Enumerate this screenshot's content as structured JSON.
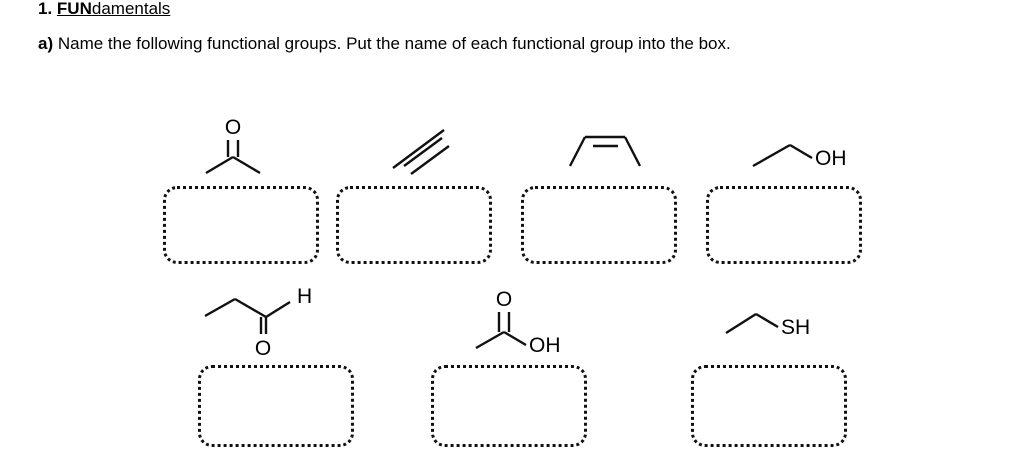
{
  "header": {
    "question_number": "1.",
    "title_bold_part": "FUN",
    "title_rest": "damentals"
  },
  "instruction": {
    "part_letter": "a)",
    "text": " Name the following functional groups. Put the name of each functional group into the box."
  },
  "structures": {
    "row1": [
      {
        "id": "ketone",
        "icon_name": "ketone-structure",
        "atom_labels": [
          "O"
        ],
        "answer_value": "",
        "answer_placeholder": ""
      },
      {
        "id": "alkyne",
        "icon_name": "alkyne-structure",
        "atom_labels": [],
        "answer_value": "",
        "answer_placeholder": ""
      },
      {
        "id": "alkene",
        "icon_name": "alkene-structure",
        "atom_labels": [],
        "answer_value": "",
        "answer_placeholder": ""
      },
      {
        "id": "alcohol",
        "icon_name": "alcohol-structure",
        "atom_labels": [
          "OH"
        ],
        "answer_value": "",
        "answer_placeholder": ""
      }
    ],
    "row2": [
      {
        "id": "aldehyde",
        "icon_name": "aldehyde-structure",
        "atom_labels": [
          "H",
          "O"
        ],
        "answer_value": "",
        "answer_placeholder": ""
      },
      {
        "id": "carboxylic-acid",
        "icon_name": "carboxylic-acid-structure",
        "atom_labels": [
          "O",
          "OH"
        ],
        "answer_value": "",
        "answer_placeholder": ""
      },
      {
        "id": "thiol",
        "icon_name": "thiol-structure",
        "atom_labels": [
          "SH"
        ],
        "answer_value": "",
        "answer_placeholder": ""
      }
    ]
  },
  "colors": {
    "ink": "#111111",
    "page_background": "#ffffff"
  }
}
